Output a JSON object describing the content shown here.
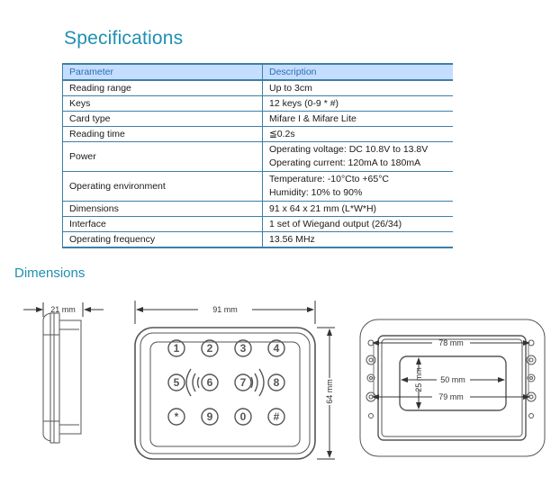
{
  "page": {
    "title": "Specifications",
    "dimensions_heading": "Dimensions"
  },
  "table": {
    "headers": {
      "parameter": "Parameter",
      "description": "Description"
    },
    "rows": [
      {
        "parameter": "Reading range",
        "description": "Up to 3cm"
      },
      {
        "parameter": "Keys",
        "description": "12 keys (0-9 * #)"
      },
      {
        "parameter": "Card type",
        "description": "Mifare I & Mifare Lite"
      },
      {
        "parameter": "Reading time",
        "description": "≦0.2s"
      },
      {
        "parameter": "Power",
        "description": "Operating voltage: DC 10.8V to 13.8V",
        "description2": "Operating current: 120mA to 180mA"
      },
      {
        "parameter": "Operating environment",
        "description": "Temperature: -10°Cto +65°C",
        "description2": "Humidity: 10% to 90%"
      },
      {
        "parameter": "Dimensions",
        "description": "91 x 64 x 21 mm (L*W*H)"
      },
      {
        "parameter": "Interface",
        "description": "1 set of Wiegand output (26/34)"
      },
      {
        "parameter": "Operating frequency",
        "description": "13.56 MHz"
      }
    ]
  },
  "drawings": {
    "side": {
      "depth_label": "21 mm"
    },
    "front": {
      "width_label": "91 mm",
      "height_label": "64 mm",
      "keys": [
        "1",
        "2",
        "3",
        "4",
        "5",
        "6",
        "7",
        "8",
        "*",
        "9",
        "0",
        "#"
      ]
    },
    "back": {
      "outer_width_label": "78 mm",
      "inner_width_label": "50 mm",
      "inner_height_label": "25 mm",
      "hole_spacing_label": "79 mm"
    }
  },
  "colors": {
    "heading": "#1f8fb3",
    "table_header_bg": "#c5deff",
    "table_border": "#3d7fa6",
    "table_header_text": "#2a6fb0"
  }
}
